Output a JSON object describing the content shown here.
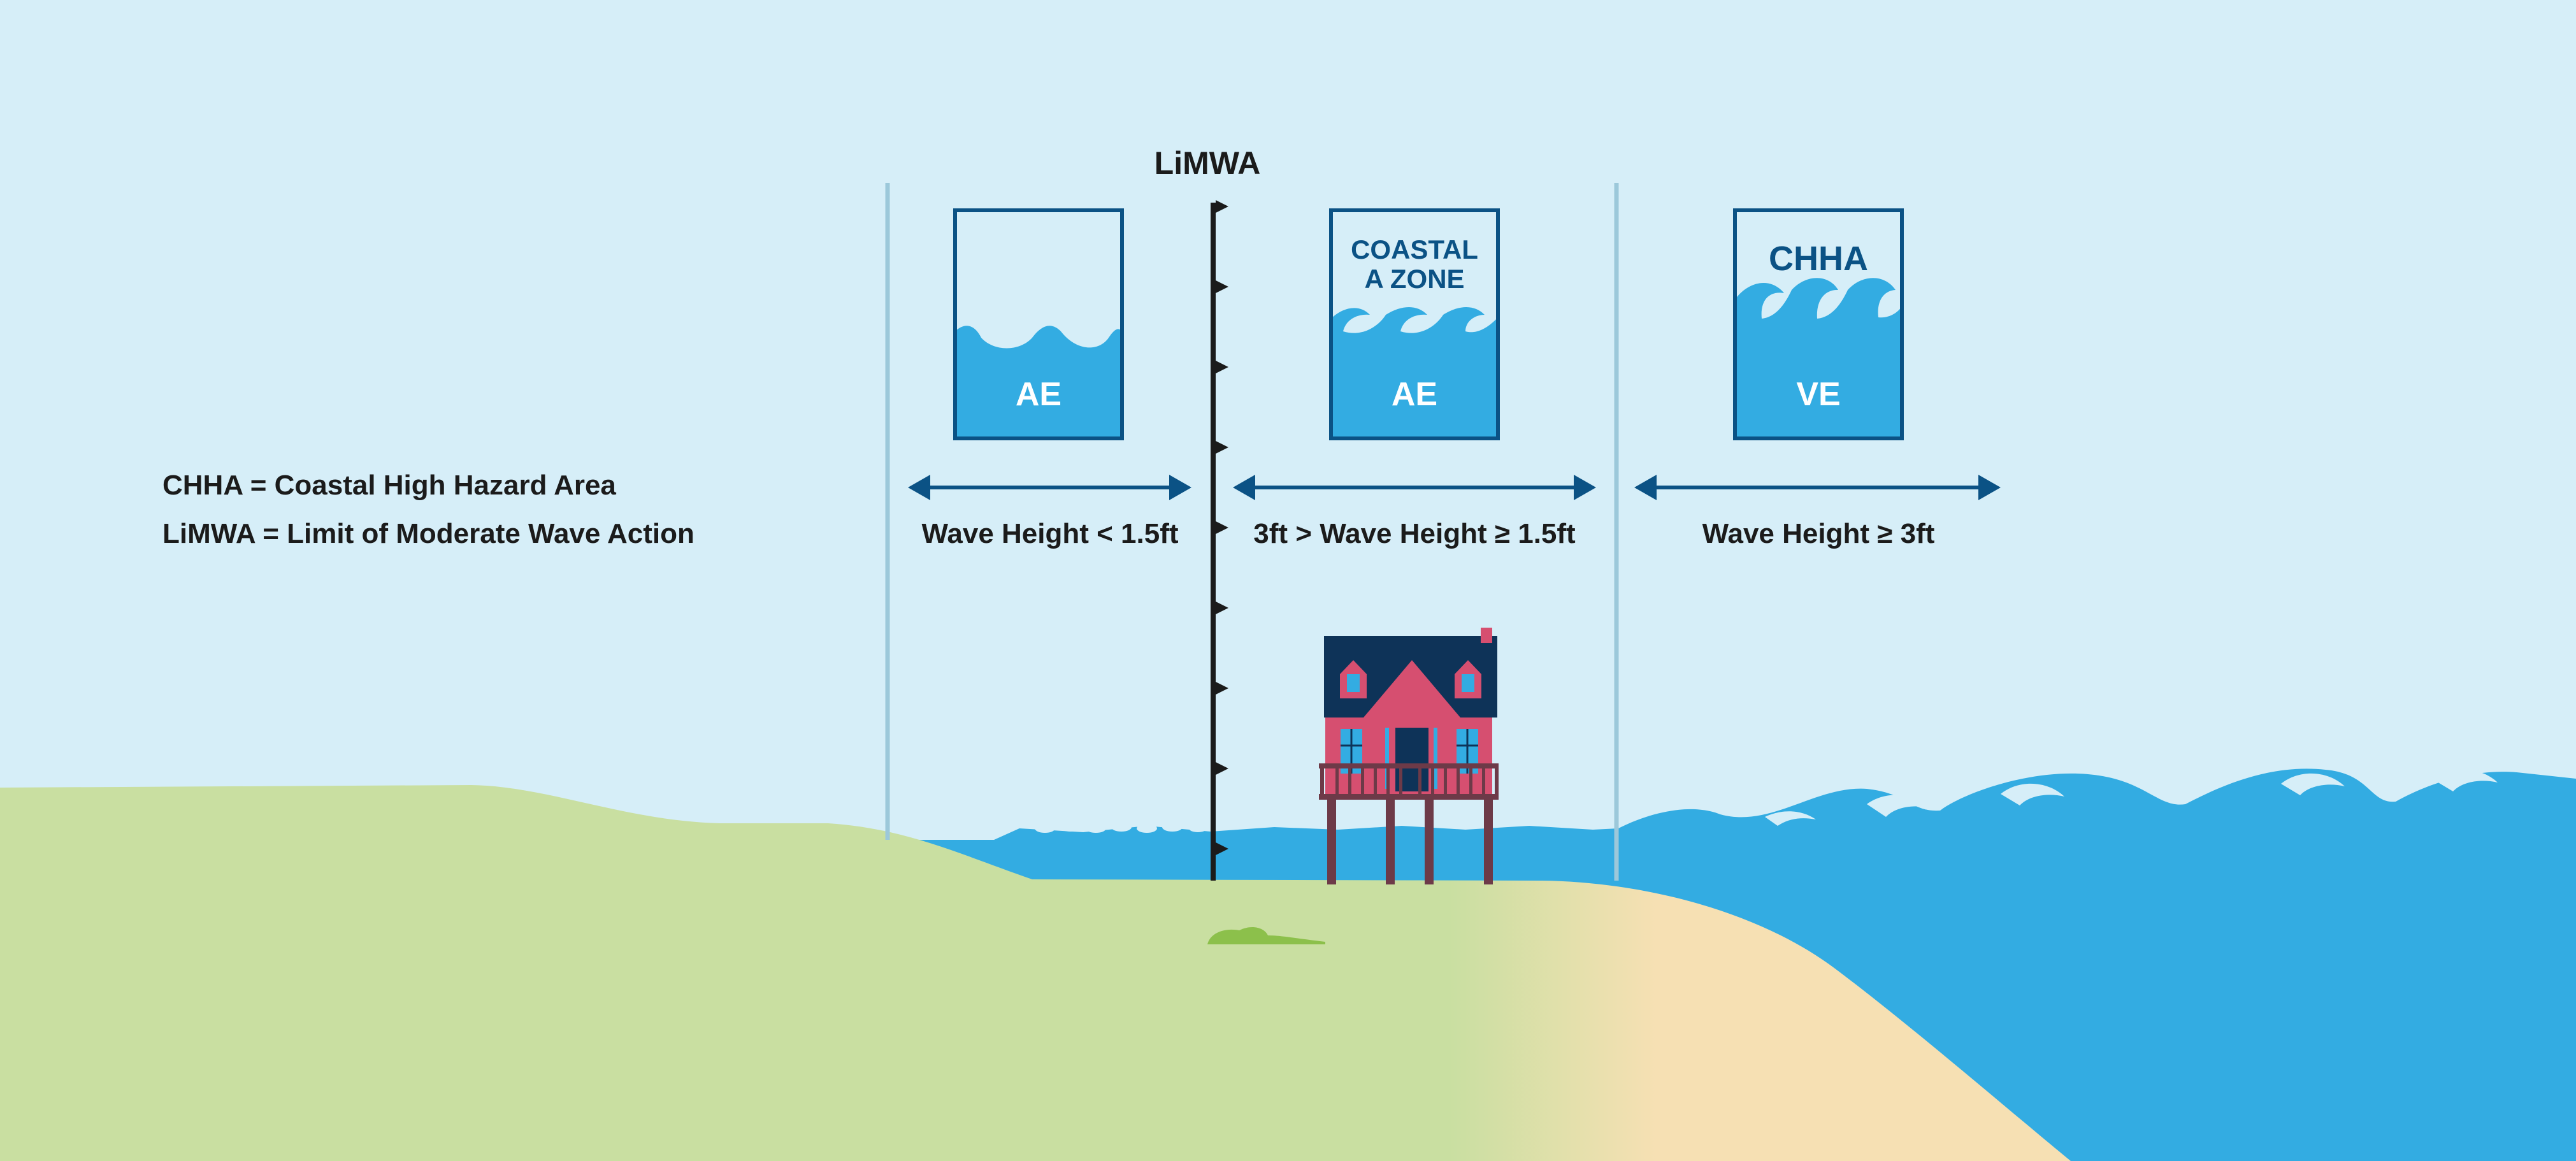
{
  "limwa_label": "LiMWA",
  "legend": {
    "chha": "CHHA = Coastal High Hazard Area",
    "limwa": "LiMWA = Limit of Moderate Wave Action"
  },
  "zones": [
    {
      "top_label_1": "",
      "top_label_2": "",
      "zone_label": "AE",
      "range_label": "Wave Height < 1.5ft"
    },
    {
      "top_label_1": "COASTAL",
      "top_label_2": "A ZONE",
      "zone_label": "AE",
      "range_label": "3ft > Wave Height ≥ 1.5ft"
    },
    {
      "top_label_1": "CHHA",
      "top_label_2": "",
      "zone_label": "VE",
      "range_label": "Wave Height ≥ 3ft"
    }
  ],
  "colors": {
    "sky": "#d6eef8",
    "water": "#33ace2",
    "foam": "#d6eef8",
    "grass": "#c9dfa1",
    "sand": "#f6e0b3",
    "navy": "#0b5285",
    "text": "#1b1b1b",
    "divider": "#9cc8da",
    "house_body": "#d64f70",
    "house_roof": "#0e3358",
    "house_posts": "#6d3a48",
    "bush": "#8cc04b"
  }
}
